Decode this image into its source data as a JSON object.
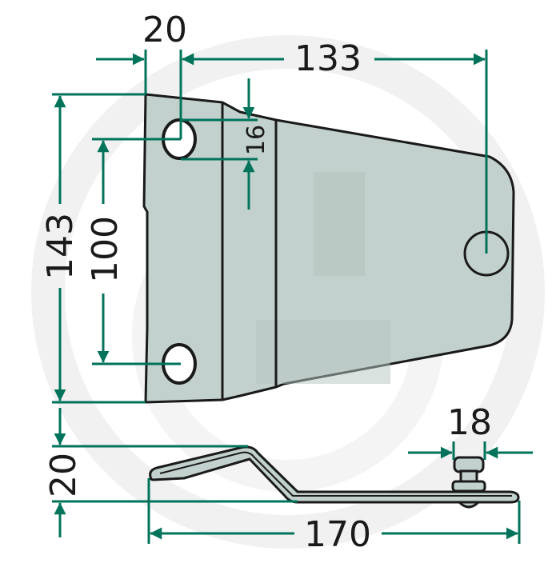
{
  "figure": {
    "type": "technical-drawing",
    "subject": "mower blade / knife holder with mounting bolt",
    "units": "mm",
    "colors": {
      "dimension_line": "#00735a",
      "outline": "#1a1a1a",
      "part_fill": "#c2d1cd",
      "part_shade": "#b5c6c1",
      "watermark": "#f1f1f1",
      "background": "#ffffff",
      "text": "#1a1a1a"
    }
  },
  "top_view": {
    "dimensions": {
      "hole_offset_x": {
        "label": "20",
        "orientation": "horizontal"
      },
      "hole_to_hole_x": {
        "label": "133",
        "orientation": "horizontal"
      },
      "hole_diameter": {
        "label": "16",
        "orientation": "vertical"
      },
      "overall_height": {
        "label": "143",
        "orientation": "vertical"
      },
      "hole_spacing_y": {
        "label": "100",
        "orientation": "vertical"
      }
    },
    "holes": [
      {
        "name": "upper-left-slot"
      },
      {
        "name": "lower-left-slot"
      },
      {
        "name": "right-round-hole"
      }
    ]
  },
  "side_view": {
    "dimensions": {
      "offset_height": {
        "label": "20",
        "orientation": "vertical"
      },
      "overall_length": {
        "label": "170",
        "orientation": "horizontal"
      },
      "bolt_width": {
        "label": "18",
        "orientation": "horizontal"
      }
    }
  }
}
